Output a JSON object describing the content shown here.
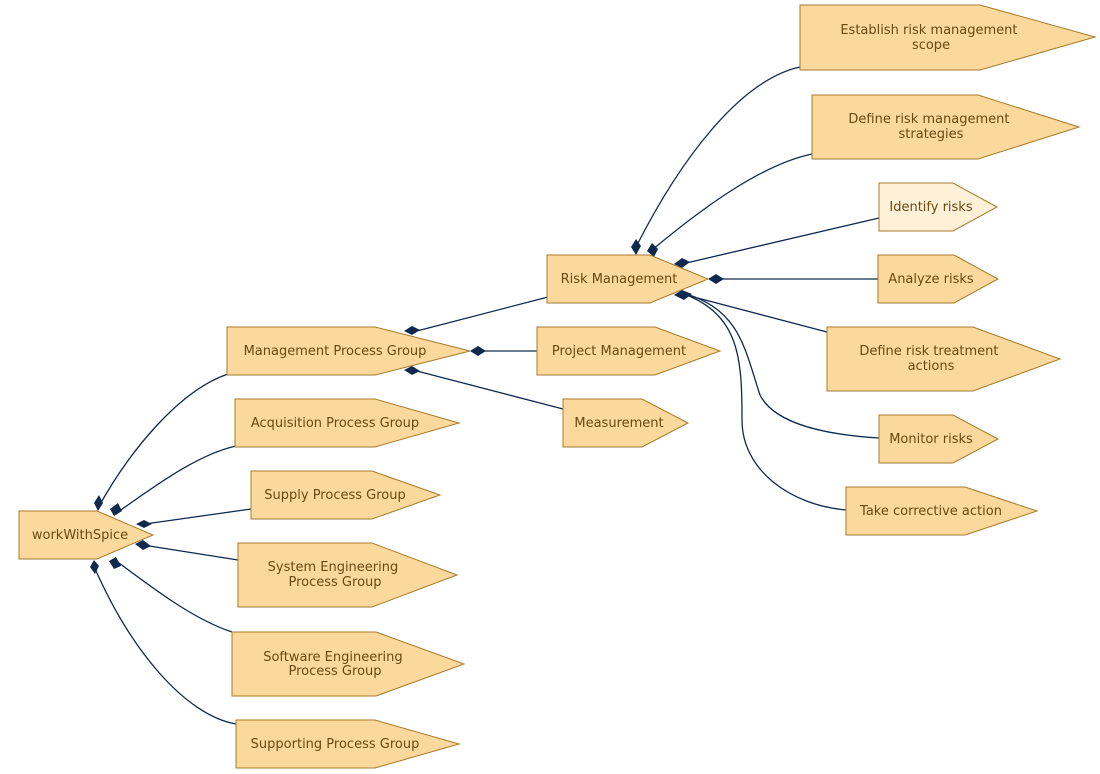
{
  "diagram": {
    "nodes": {
      "root": "workWithSpice",
      "management_group": "Management Process Group",
      "acquisition_group": "Acquisition Process Group",
      "supply_group": "Supply Process Group",
      "system_engineering_group": [
        "System Engineering",
        "Process Group"
      ],
      "software_engineering_group": [
        "Software Engineering",
        "Process Group"
      ],
      "supporting_group": "Supporting Process Group",
      "risk_management": "Risk Management",
      "project_management": "Project Management",
      "measurement": "Measurement",
      "establish_scope": [
        "Establish risk management",
        "scope"
      ],
      "define_strategies": [
        "Define risk management",
        "strategies"
      ],
      "identify_risks": "Identify risks",
      "analyze_risks": "Analyze risks",
      "define_treatment": [
        "Define risk treatment",
        "actions"
      ],
      "monitor_risks": "Monitor risks",
      "corrective_action": "Take corrective action"
    },
    "colors": {
      "node_fill": "#fbd99c",
      "node_fill_highlight": "#fef1d8",
      "node_stroke": "#a87a2c",
      "node_text": "#6b4a12",
      "edge": "#0f2a4e"
    }
  }
}
